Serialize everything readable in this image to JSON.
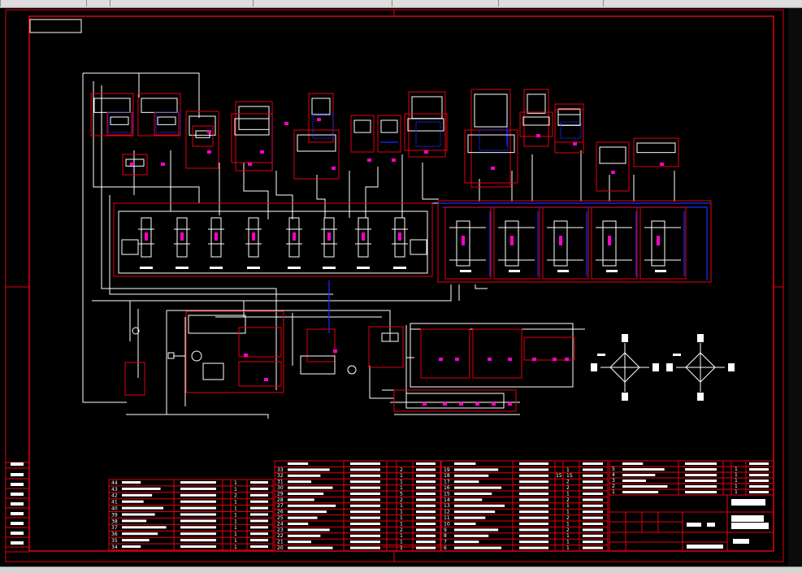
{
  "colors": {
    "background": "#000000",
    "frame": "#e4000f",
    "line": "#ffffff",
    "accent_blue": "#1a2cff",
    "accent_magenta": "#ff00c8",
    "window_chrome": "#d4d4d4"
  },
  "drawing": {
    "kind": "hydraulic system schematic",
    "parts_list_item_numbers_left": [
      "44",
      "43",
      "42",
      "41",
      "40",
      "39",
      "38",
      "37",
      "36",
      "35",
      "34"
    ],
    "parts_list_item_numbers_mid": [
      "33",
      "32",
      "31",
      "30",
      "29",
      "28",
      "27",
      "26",
      "25",
      "24",
      "23",
      "22",
      "21",
      "20"
    ],
    "parts_list_item_numbers_right": [
      "19",
      "18",
      "17",
      "16",
      "15",
      "14",
      "13",
      "12",
      "11",
      "10",
      "9",
      "8",
      "7",
      "6"
    ],
    "parts_list_item_numbers_far": [
      "5",
      "4",
      "3",
      "2",
      "1"
    ],
    "qty_col_left": [
      "1",
      "1",
      "2",
      "1",
      "1",
      "1",
      "1",
      "1",
      "1",
      "1",
      "1"
    ],
    "qty_col_mid": [
      "2",
      "1",
      "1",
      "1",
      "5",
      "2",
      "1",
      "1",
      "1",
      "1",
      "2",
      "1",
      "1",
      "1"
    ],
    "qty_col_right": [
      "1",
      "15",
      "2",
      "2",
      "1",
      "2",
      "1",
      "1",
      "2",
      "1",
      "2",
      "1",
      "1",
      "1"
    ],
    "qty_col_far": [
      "1",
      "1",
      "1",
      "1",
      "1"
    ],
    "qty_special": "15"
  }
}
